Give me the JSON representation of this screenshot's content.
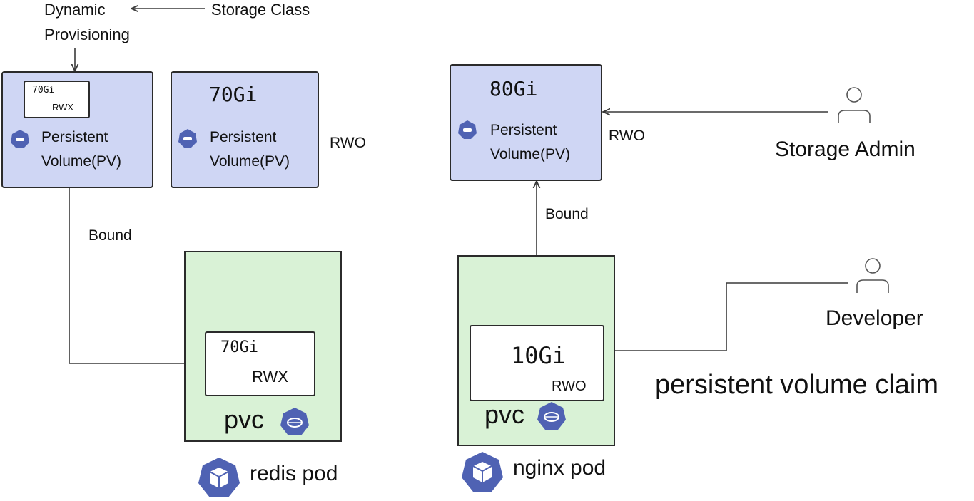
{
  "top": {
    "dynamic_line1": "Dynamic",
    "dynamic_line2": "Provisioning",
    "storage_class": "Storage Class"
  },
  "pv_left": {
    "mini_size": "70Gi",
    "mini_mode": "RWX",
    "label_line1": "Persistent",
    "label_line2": "Volume(PV)"
  },
  "pv_middle": {
    "size": "70Gi",
    "label_line1": "Persistent",
    "label_line2": "Volume(PV)",
    "mode": "RWO"
  },
  "pv_right": {
    "size": "80Gi",
    "label_line1": "Persistent",
    "label_line2": "Volume(PV)",
    "mode": "RWO"
  },
  "bound_left": "Bound",
  "bound_right": "Bound",
  "redis_pod": {
    "claim_size": "70Gi",
    "claim_mode": "RWX",
    "pvc_label": "pvc",
    "pod_label": "redis pod"
  },
  "nginx_pod": {
    "claim_size": "10Gi",
    "claim_mode": "RWO",
    "pvc_label": "pvc",
    "pod_label": "nginx pod"
  },
  "storage_admin": "Storage Admin",
  "developer": "Developer",
  "pvc_caption": "persistent volume claim",
  "colors": {
    "pv_fill": "#cfd6f4",
    "pod_fill": "#d9f2d6",
    "icon_blue": "#4f62b3",
    "line": "#3a3a3a"
  },
  "icons": [
    "storage-icon",
    "pod-icon",
    "user-icon"
  ]
}
